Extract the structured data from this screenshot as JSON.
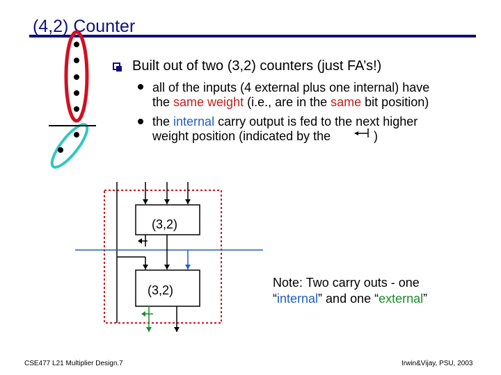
{
  "slide": {
    "title": "(4,2) Counter",
    "bullet_main": "Built out of two (3,2) counters (just FA’s!)",
    "sub1": {
      "line1": "all of the inputs (4 external plus one internal) have",
      "line2_a": "the ",
      "line2_red": "same weight",
      "line2_b": " (i.e., are in the ",
      "line2_red2": "same",
      "line2_c": " bit position)"
    },
    "sub2": {
      "line1_a": "the ",
      "line1_blue": "internal",
      "line1_b": " carry output is fed to the next higher",
      "line2_a": "weight position (indicated by the",
      "line2_b": ")"
    },
    "counter_top_label": "(3,2)",
    "counter_bottom_label": "(3,2)",
    "note": {
      "line1": "Note:  Two carry outs - one",
      "line2_q1": "“",
      "line2_internal": "internal",
      "line2_mid": "” and one “",
      "line2_external": "external",
      "line2_q2": "”"
    },
    "footer_left": "CSE477  L21 Multiplier Design.7",
    "footer_right": "Irwin&Vijay, PSU, 2003"
  },
  "colors": {
    "title": "#101080",
    "red_highlight": "#c02020",
    "blue_highlight": "#1f5fbf",
    "green_highlight": "#1a8c2a",
    "ellipse_red": "#d01020",
    "ellipse_teal": "#30c8c0",
    "dashed_box": "#d01020"
  },
  "icons": {
    "bullet_main": "hollow-square-bullet",
    "sub_bullet": "filled-circle-bullet",
    "left_arrow": "left-arrow-icon"
  }
}
